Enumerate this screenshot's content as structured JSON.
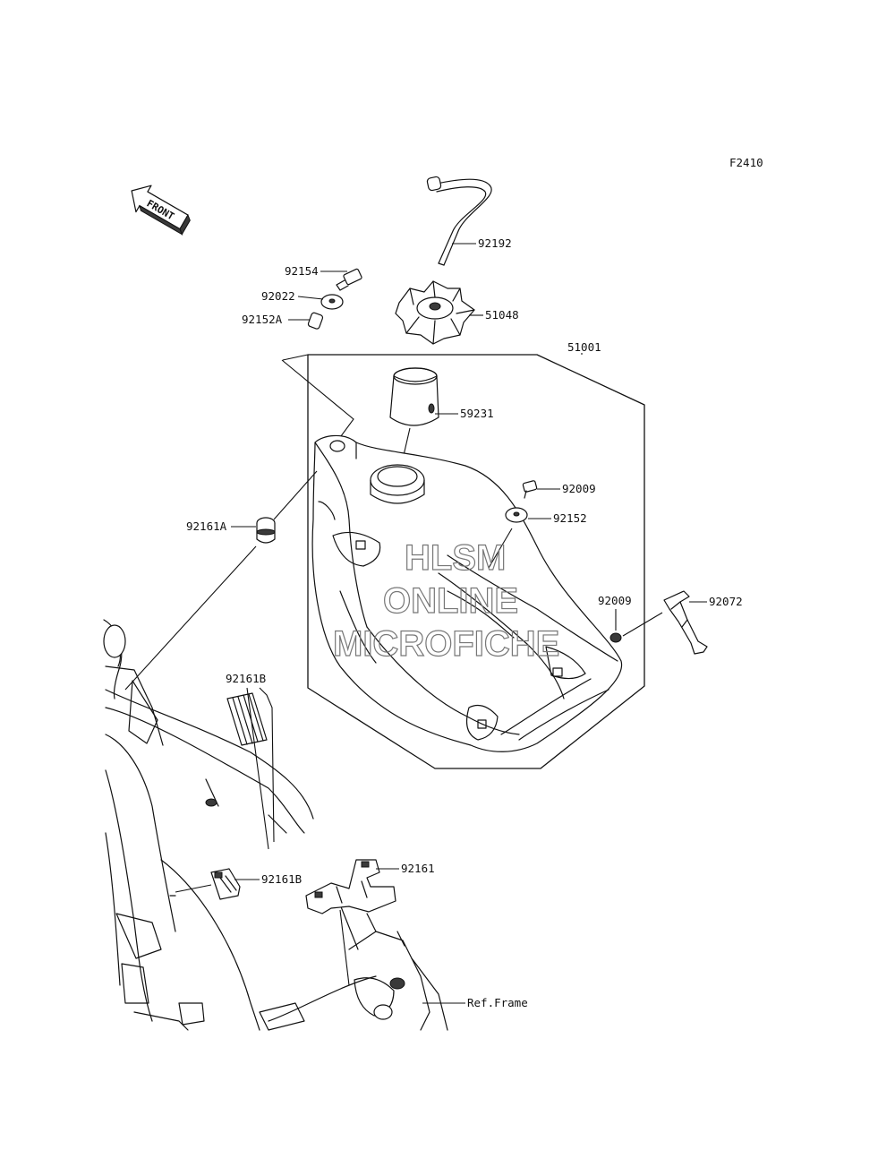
{
  "figure_code": "F2410",
  "front_arrow_label": "FRONT",
  "watermark": {
    "line1": "HLSM",
    "line2": "ONLINE",
    "line3": "MICROFICHE"
  },
  "callouts": {
    "c92192": "92192",
    "c92154": "92154",
    "c92022": "92022",
    "c92152A": "92152A",
    "c51048": "51048",
    "c51001": "51001",
    "c59231": "59231",
    "c92009a": "92009",
    "c92152": "92152",
    "c92161A": "92161A",
    "c92009b": "92009",
    "c92072": "92072",
    "c92161B_top": "92161B",
    "c92161B_bottom": "92161B",
    "c92161": "92161",
    "cRefFrame": "Ref.Frame"
  }
}
